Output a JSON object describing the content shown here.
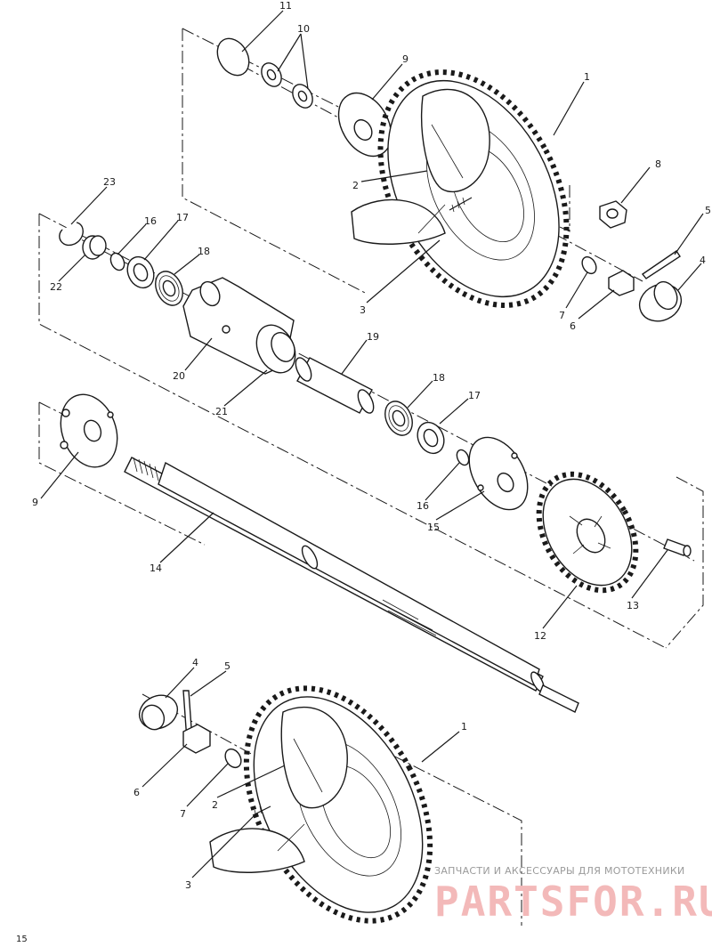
{
  "callouts": {
    "c11": "11",
    "c10": "10",
    "c9_top": "9",
    "c1_top": "1",
    "c2_top": "2",
    "c8": "8",
    "c5_top": "5",
    "c4_top": "4",
    "c7_top": "7",
    "c6_top": "6",
    "c3_top": "3",
    "c23": "23",
    "c22": "22",
    "c16_top": "16",
    "c17_top": "17",
    "c18_top": "18",
    "c20": "20",
    "c21": "21",
    "c19": "19",
    "c18_mid": "18",
    "c17_mid": "17",
    "c16_mid": "16",
    "c15": "15",
    "c9_mid": "9",
    "c14": "14",
    "c12": "12",
    "c13": "13",
    "c4_bot": "4",
    "c5_bot": "5",
    "c6_bot": "6",
    "c7_bot": "7",
    "c2_bot": "2",
    "c3_bot": "3",
    "c1_bot": "1"
  },
  "watermark": {
    "caption": "ЗАПЧАСТИ И АКСЕССУАРЫ ДЛЯ МОТОТЕХНИКИ",
    "logo": "PARTSFOR.RU"
  },
  "page_number": "15"
}
